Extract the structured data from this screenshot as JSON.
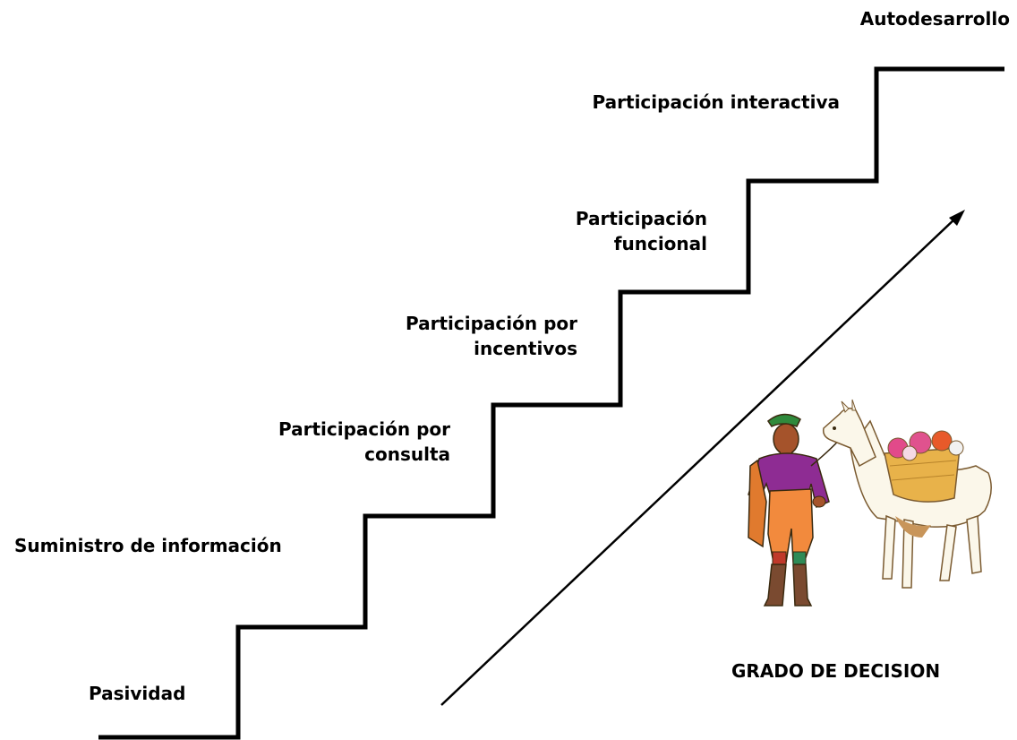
{
  "steps": [
    {
      "line1": "Pasividad",
      "line2": ""
    },
    {
      "line1": "Suministro de información",
      "line2": ""
    },
    {
      "line1": "Participación por",
      "line2": "consulta"
    },
    {
      "line1": "Participación por",
      "line2": "incentivos"
    },
    {
      "line1": "Participación",
      "line2": "funcional"
    },
    {
      "line1": "Participación interactiva",
      "line2": ""
    },
    {
      "line1": "Autodesarrollo",
      "line2": ""
    }
  ],
  "arrow_label": "GRADO DE DECISION",
  "colors": {
    "line": "#000000",
    "text": "#000000",
    "background": "#ffffff"
  },
  "illustration": {
    "icons": [
      "andean-man-icon",
      "llama-icon"
    ]
  }
}
